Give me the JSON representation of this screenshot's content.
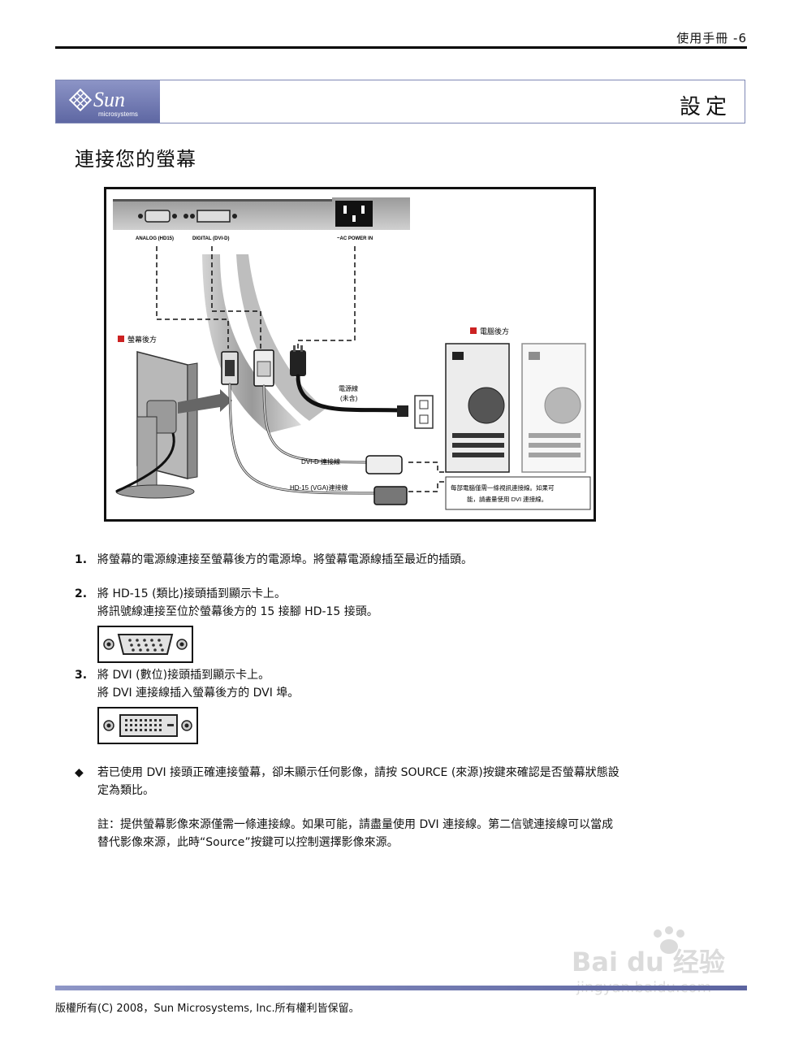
{
  "header": {
    "text": "使用手冊 -6"
  },
  "banner": {
    "logo_text": "Sun",
    "logo_sub": "microsystems",
    "section_title": "設定"
  },
  "subsection_title": "連接您的螢幕",
  "diagram": {
    "port_labels": [
      "ANALOG (HD15)",
      "DIGITAL (DVI-D)",
      "~AC POWER IN"
    ],
    "monitor_back_label": "螢幕後方",
    "computer_back_label": "電腦後方",
    "power_cable_label": "電源線",
    "power_cable_note": "(未含)",
    "dvi_cable_label": "DVI-D 連接線",
    "vga_cable_label": "HD-15 (VGA)連接線",
    "callout_line1": "每部電腦僅需一條視訊連接線。如果可",
    "callout_line2": "能，請盡量使用 DVI 連接線。"
  },
  "steps": [
    {
      "num": "1.",
      "lines": [
        "將螢幕的電源線連接至螢幕後方的電源埠。將螢幕電源線插至最近的插頭。"
      ]
    },
    {
      "num": "2.",
      "lines": [
        "將 HD-15 (類比)接頭插到顯示卡上。",
        "將訊號線連接至位於螢幕後方的 15 接腳 HD-15 接頭。"
      ]
    },
    {
      "num": "3.",
      "lines": [
        "將 DVI (數位)接頭插到顯示卡上。",
        "將 DVI 連接線插入螢幕後方的 DVI 埠。"
      ]
    }
  ],
  "bullet": {
    "symbol": "◆",
    "line1": "若已使用 DVI 接頭正確連接螢幕，卻未顯示任何影像，請按 SOURCE (來源)按鍵來確認是否螢幕狀態設",
    "line2": "定為類比。"
  },
  "note": {
    "line1": "註：提供螢幕影像來源僅需一條連接線。如果可能，請盡量使用 DVI 連接線。第二信號連接線可以當成",
    "line2": "替代影像來源，此時“Source”按鍵可以控制選擇影像來源。"
  },
  "footer": {
    "text": "版權所有(C) 2008，Sun Microsystems, Inc.所有權利皆保留。"
  },
  "watermark": {
    "line1": "Bai du 经验",
    "line2": "jingyan.baidu.com"
  }
}
